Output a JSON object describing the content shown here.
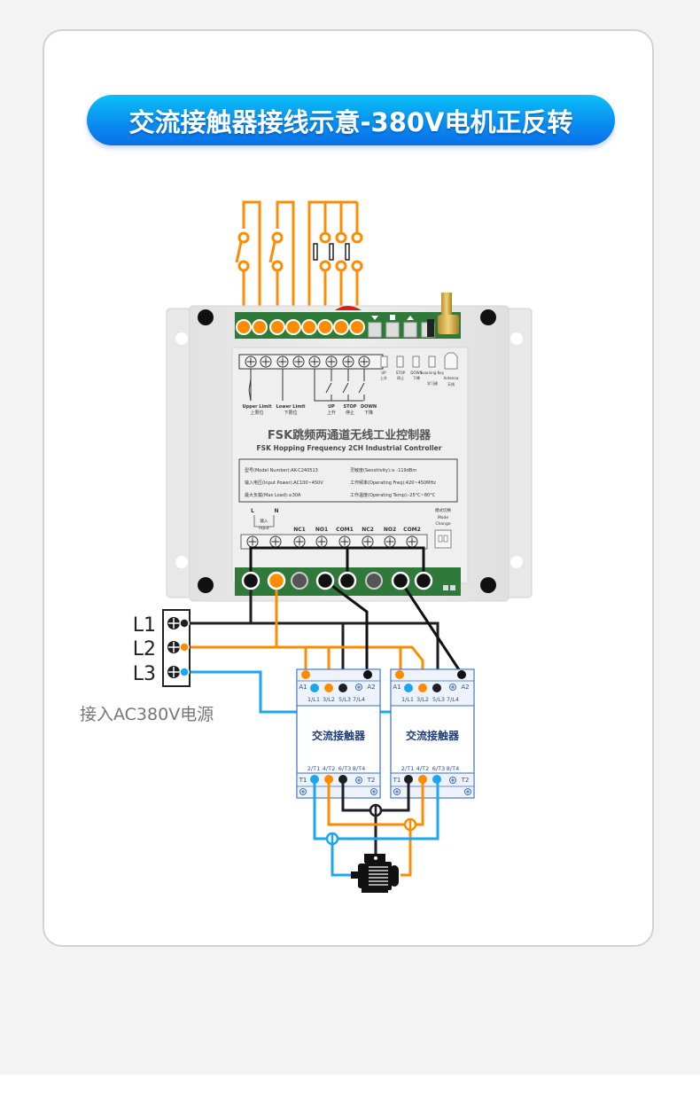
{
  "title": "交流接触器接线示意-380V电机正反转",
  "colors": {
    "accent_blue": "#0a8ff0",
    "wire_orange": "#ff8c00",
    "wire_black": "#1e1e24",
    "wire_blue": "#1aa7f0",
    "pcb_green": "#2f7a3a",
    "card_border": "#d2d2d2",
    "page_bg": "#f2f3f2"
  },
  "controller": {
    "name_cn": "FSK跳频两通道无线工业控制器",
    "name_en": "FSK Hopping Frequency 2CH Industrial Controller",
    "specs": [
      {
        "text": "型号(Model Number):AK-C240513"
      },
      {
        "text": "灵敏度(Sensitivity):≥ -119dBm"
      },
      {
        "text": "输入电压(Input Power):AC100~450V"
      },
      {
        "text": "工作频率(Operating Freq):420~450MHz"
      },
      {
        "text": "最大负载(Max Load):≤30A"
      },
      {
        "text": "工作温度(Operating Temp):-25°C~80°C"
      }
    ],
    "top_terminal_labels": [
      {
        "en": "Upper Limit",
        "cn": "上限位"
      },
      {
        "en": "Lower Limit",
        "cn": "下限位"
      },
      {
        "en": "UP",
        "cn": "上升"
      },
      {
        "en": "STOP",
        "cn": "停止"
      },
      {
        "en": "DOWN",
        "cn": "下降"
      }
    ],
    "buttons": [
      {
        "en": "UP",
        "cn": "上升"
      },
      {
        "en": "STOP",
        "cn": "停止"
      },
      {
        "en": "DOWN",
        "cn": "下降"
      },
      {
        "en": "Learning Key",
        "cn": "学习键"
      }
    ],
    "antenna": {
      "en": "Antenna",
      "cn": "天线"
    },
    "bottom_terminal_labels": [
      "L",
      "N",
      "NC1",
      "NO1",
      "COM1",
      "NC2",
      "NO2",
      "COM2"
    ],
    "input_label": {
      "cn": "输入",
      "en": "Input"
    },
    "mode_change": {
      "cn": "模式切换",
      "en1": "Mode",
      "en2": "Change"
    }
  },
  "power": {
    "phases": [
      "L1",
      "L2",
      "L3"
    ],
    "caption": "接入AC380V电源"
  },
  "contactors": [
    {
      "name": "交流接触器",
      "coil_left": "A1",
      "coil_right": "A2",
      "inputs": [
        "1/L1",
        "3/L2",
        "5/L3",
        "7/L4"
      ],
      "outputs": [
        "2/T1",
        "4/T2",
        "6/T3",
        "8/T4"
      ],
      "out_left": "T1",
      "out_right": "T2"
    },
    {
      "name": "交流接触器",
      "coil_left": "A1",
      "coil_right": "A2",
      "inputs": [
        "1/L1",
        "3/L2",
        "5/L3",
        "7/L4"
      ],
      "outputs": [
        "2/T1",
        "4/T2",
        "6/T3",
        "8/T4"
      ],
      "out_left": "T1",
      "out_right": "T2"
    }
  ],
  "motor": {
    "icon": "motor-icon"
  }
}
